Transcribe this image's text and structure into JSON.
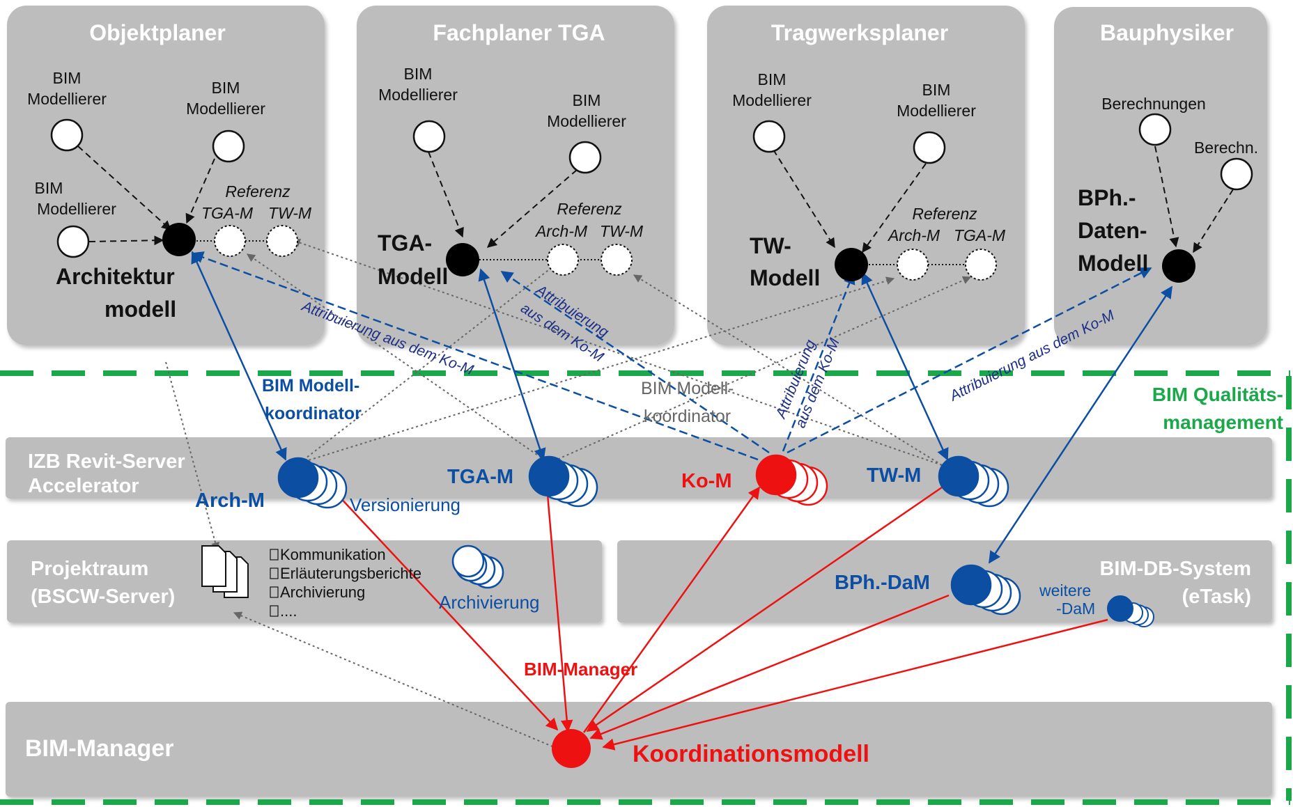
{
  "colors": {
    "panel": "#bdbdbd",
    "blue": "#0b4ea2",
    "red": "#ee1111",
    "green": "#1aa84a",
    "navy": "#1c2f86",
    "grey": "#666666"
  },
  "panels": {
    "objektplaner": "Objektplaner",
    "fachplaner_tga": "Fachplaner TGA",
    "tragwerksplaner": "Tragwerksplaner",
    "bauphysiker": "Bauphysiker"
  },
  "rows": {
    "izb_line1": "IZB Revit-Server",
    "izb_line2": "Accelerator",
    "projektraum_line1": "Projektraum",
    "projektraum_line2": "(BSCW-Server)",
    "bimdb_line1": "BIM-DB-System",
    "bimdb_line2": "(eTask)",
    "bim_manager": "BIM-Manager"
  },
  "modellierer": {
    "line1": "BIM",
    "line2": "Modellierer"
  },
  "models": {
    "arch_line1": "Architektur",
    "arch_line2": "modell",
    "tga_line1": "TGA-",
    "tga_line2": "Modell",
    "tw_line1": "TW-",
    "tw_line2": "Modell",
    "bph_line1": "BPh.-",
    "bph_line2": "Daten-",
    "bph_line3": "Modell"
  },
  "referenz": {
    "title": "Referenz",
    "tga_m": "TGA-M",
    "tw_m": "TW-M",
    "arch_m": "Arch-M"
  },
  "berechnungen": "Berechnungen",
  "berechn": "Berechn.",
  "servers": {
    "arch_m": "Arch-M",
    "tga_m": "TGA-M",
    "ko_m": "Ko-M",
    "tw_m": "TW-M",
    "bph_dam": "BPh.-DaM",
    "weitere_line1": "weitere",
    "weitere_line2": "-DaM",
    "versionierung": "Versionierung",
    "archivierung": "Archivierung"
  },
  "projektraum_list": [
    "Kommunikation",
    "Erläuterungsberichte",
    "Archivierung",
    "...."
  ],
  "labels": {
    "bim_modellkoord_blue_1": "BIM Modell-",
    "bim_modellkoord_blue_2": "koordinator",
    "bim_modellkoord_grey_1": "BIM Modell-",
    "bim_modellkoord_grey_2": "koordinator",
    "bim_quality_1": "BIM Qualitäts-",
    "bim_quality_2": "management",
    "bim_manager_red": "BIM-Manager",
    "koordinationsmodell": "Koordinationsmodell",
    "attrib_long": "Attribuierung aus dem Ko-M",
    "attrib_tga_1": "Attribuierung",
    "attrib_tga_2": "aus dem Ko-M",
    "attrib_tw_1": "Attribuierung",
    "attrib_tw_2": "aus dem Ko-M",
    "attrib_bph": "Attribuierung aus dem Ko-M"
  }
}
